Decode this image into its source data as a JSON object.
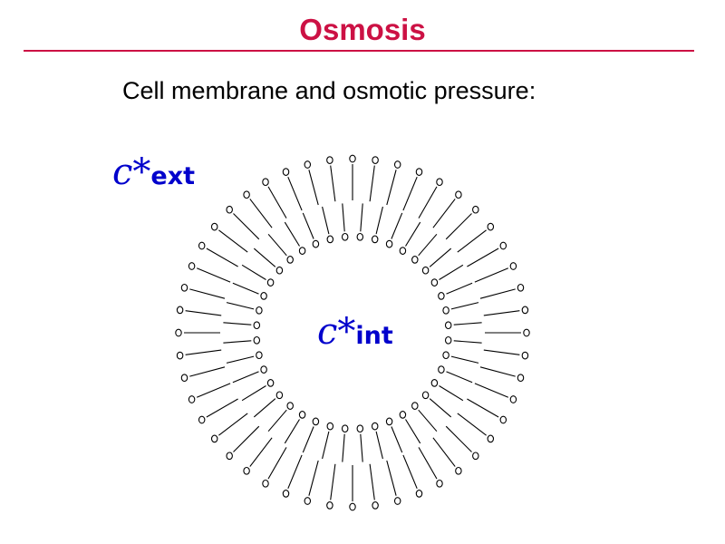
{
  "slide": {
    "title": "Osmosis",
    "subtitle": "Cell membrane and osmotic pressure:"
  },
  "labels": {
    "external": {
      "symbol": "c*",
      "subscript": "ext"
    },
    "internal": {
      "symbol": "c*",
      "subscript": "int"
    }
  },
  "colors": {
    "title": "#cc1144",
    "rule": "#cc1144",
    "labels": "#0000cc",
    "membrane": "#000000"
  },
  "membrane": {
    "outer_lipids": 48,
    "inner_lipids": 40
  }
}
